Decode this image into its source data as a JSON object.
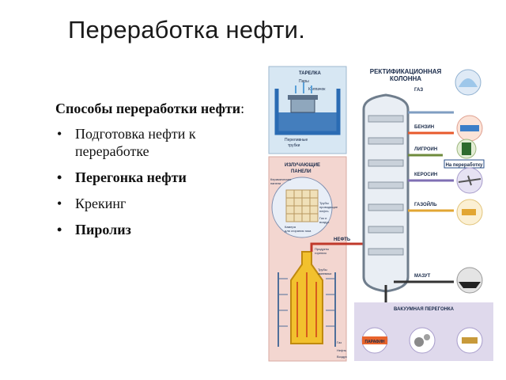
{
  "slide": {
    "title": "Переработка нефти."
  },
  "content": {
    "heading_bold": "Способы переработки нефти",
    "heading_rest": ":",
    "methods": [
      {
        "label": "Подготовка нефти к переработке",
        "bold": false
      },
      {
        "label": "Перегонка нефти",
        "bold": true
      },
      {
        "label": "Крекинг",
        "bold": false
      },
      {
        "label": "Пиролиз",
        "bold": true
      }
    ]
  },
  "diagram": {
    "column_title_1": "РЕКТИФИКАЦИОННАЯ",
    "column_title_2": "КОЛОННА",
    "tray": {
      "label": "ТАРЕЛКА",
      "vapors": "Пары",
      "cap": "Колпачок",
      "pipes_1": "Переливные",
      "pipes_2": "трубки"
    },
    "panels": {
      "label_1": "ИЗЛУЧАЮЩИЕ",
      "label_2": "ПАНЕЛИ",
      "note_1": "Керамические",
      "note_2": "панели",
      "tubes_1": "Трубы",
      "tubes_2": "проводящие",
      "tubes_3": "нефть",
      "mix_1": "Газ и",
      "mix_2": "воздух",
      "burner_1": "Камера",
      "burner_2": "для сгорания газа"
    },
    "furnace": {
      "products_1": "Продукты",
      "products_2": "горения",
      "heat_1": "Трубы",
      "heat_2": "змеевики",
      "gas": "Газ",
      "oil_in": "Нефть",
      "air": "Воздух"
    },
    "feed": "НЕФТЬ",
    "fractions": [
      "ГАЗ",
      "БЕНЗИН",
      "ЛИГРОИН",
      "КЕРОСИН",
      "ГАЗОЙЛЬ",
      "МАЗУТ"
    ],
    "to_processing": "На переработку",
    "vacuum": "ВАКУУМНАЯ ПЕРЕГОНКА",
    "paraffin": "ПАРАФИН",
    "colors": {
      "gas": "#7f9ec2",
      "petrol": "#e85a2c",
      "ligroin": "#6f8b3c",
      "kerosene": "#7f6fb4",
      "gasoil": "#e2a633",
      "mazut": "#333333",
      "vacuum_bg": "#dfd9ec",
      "panel_bg": "#f3d6d0",
      "tray_bg": "#d7e7f3"
    }
  }
}
